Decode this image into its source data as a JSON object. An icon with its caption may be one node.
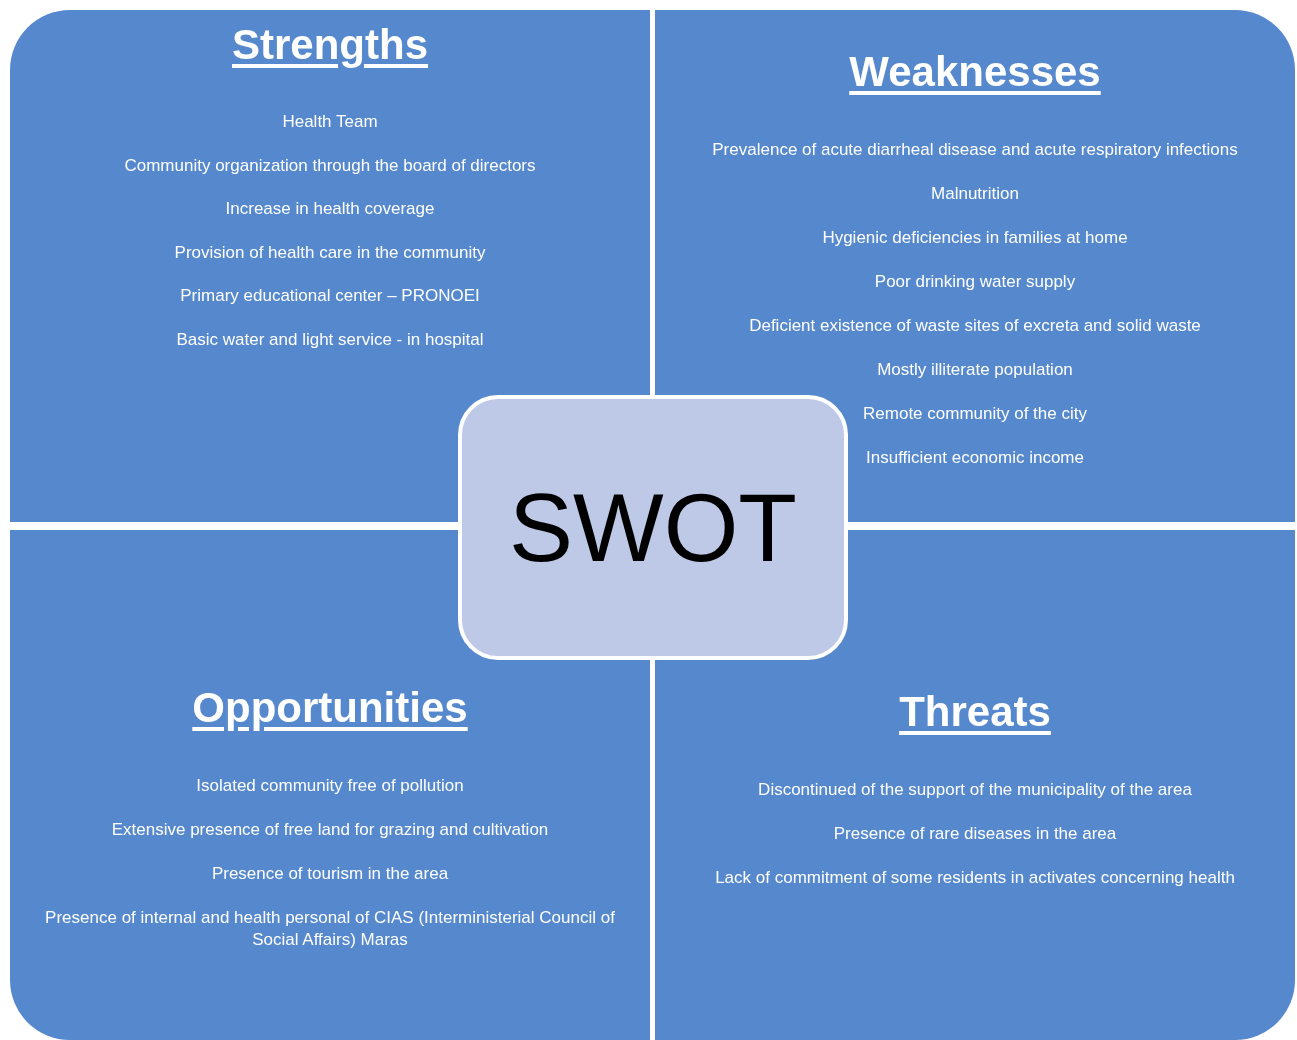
{
  "diagram": {
    "nodes": [
      {
        "text": [
          "Strengths",
          "Health Team",
          "Community organization through the board of directors",
          "Increase in health coverage",
          "Provision of health care in the community",
          "Primary educational center – PRONOEI",
          "Basic water and light service - in hospital"
        ]
      },
      {
        "text": [
          "Weaknesses",
          "Prevalence of acute diarrheal disease and acute respiratory infections",
          "Malnutrition",
          "Hygienic deficiencies in families at home",
          "Poor drinking water supply",
          "Deficient existence of waste sites of excreta and solid waste",
          "Mostly illiterate population",
          "Remote community of the city",
          "Insufficient economic income"
        ]
      },
      {
        "text": [
          "SWOT"
        ]
      },
      {
        "text": [
          "Opportunities",
          "Isolated community free of pollution",
          "Extensive presence of free land for grazing and cultivation",
          "Presence of tourism in the area",
          "Presence of internal and health personal of CIAS (Interministerial Council of Social Affairs) Maras"
        ]
      },
      {
        "text": [
          "Threats",
          "Discontinued of the support of the municipality of the area",
          "Presence of rare diseases in the area",
          "Lack of commitment of some residents in activates concerning health"
        ]
      }
    ]
  }
}
